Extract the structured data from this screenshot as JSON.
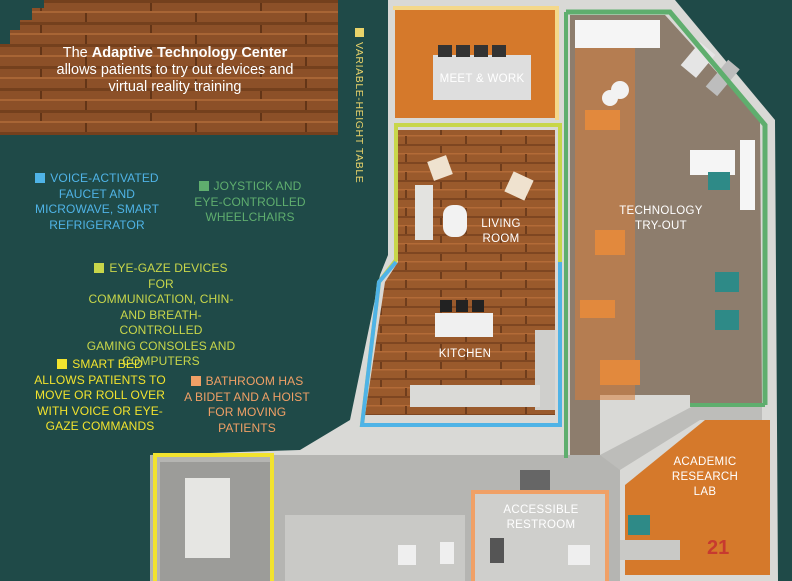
{
  "headline": {
    "prefix": "The ",
    "bold": "Adaptive Technology Center",
    "line2": "allows patients to try out devices and",
    "line3": "virtual reality training"
  },
  "side_label": "VARIABLE-HEIGHT TABLE",
  "rooms": {
    "meet_work": "MEET & WORK",
    "living_1": "LIVING",
    "living_2": "ROOM",
    "kitchen": "KITCHEN",
    "tech_1": "TECHNOLOGY",
    "tech_2": "TRY-OUT",
    "lab_1": "ACADEMIC",
    "lab_2": "RESEARCH",
    "lab_3": "LAB",
    "rest_1": "ACCESSIBLE",
    "rest_2": "RESTROOM"
  },
  "legend": [
    {
      "color": "#4fb3e6",
      "lines": [
        "VOICE-ACTIVATED",
        "FAUCET AND",
        "MICROWAVE, SMART",
        "REFRIGERATOR"
      ]
    },
    {
      "color": "#5fae6e",
      "lines": [
        "JOYSTICK AND",
        "EYE-CONTROLLED",
        "WHEELCHAIRS"
      ]
    },
    {
      "color": "#c8d64a",
      "lines": [
        "EYE-GAZE DEVICES FOR",
        "COMMUNICATION, CHIN-",
        "AND BREATH-CONTROLLED",
        "GAMING CONSOLES AND",
        "COMPUTERS"
      ]
    },
    {
      "color": "#f2e32e",
      "lines": [
        "SMART BED",
        "ALLOWS PATIENTS TO",
        "MOVE OR ROLL OVER",
        "WITH VOICE OR EYE-",
        "GAZE COMMANDS"
      ]
    },
    {
      "color": "#f0a066",
      "lines": [
        "BATHROOM HAS",
        "A BIDET AND A HOIST",
        "FOR MOVING PATIENTS"
      ]
    }
  ],
  "colors": {
    "blue": "#4fb3e6",
    "green": "#5fae6e",
    "lime": "#c8d64a",
    "yellow": "#f2e32e",
    "orange": "#f0a066",
    "background": "#1f4a48"
  },
  "page_number": "21"
}
